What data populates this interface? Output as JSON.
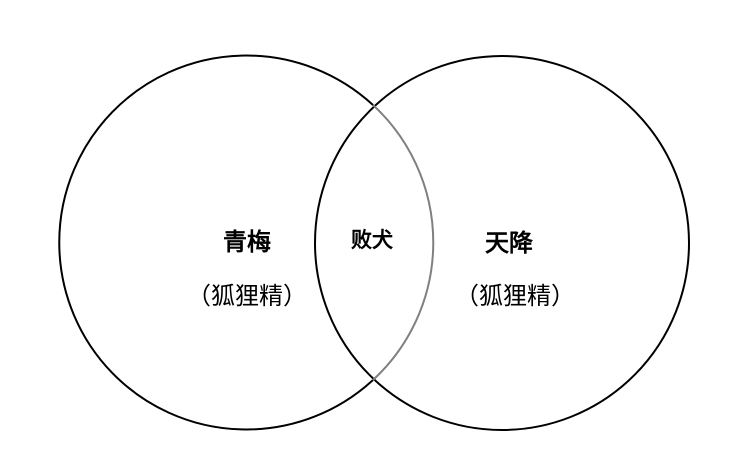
{
  "diagram": {
    "type": "venn",
    "left_set": {
      "title": "青梅",
      "subtitle": "（狐狸精）"
    },
    "right_set": {
      "title": "天降",
      "subtitle": "（狐狸精）"
    },
    "intersection": {
      "label": "败犬"
    },
    "colors": {
      "outline": "#000000",
      "overlap_arc": "#808080",
      "background": "#ffffff"
    }
  }
}
